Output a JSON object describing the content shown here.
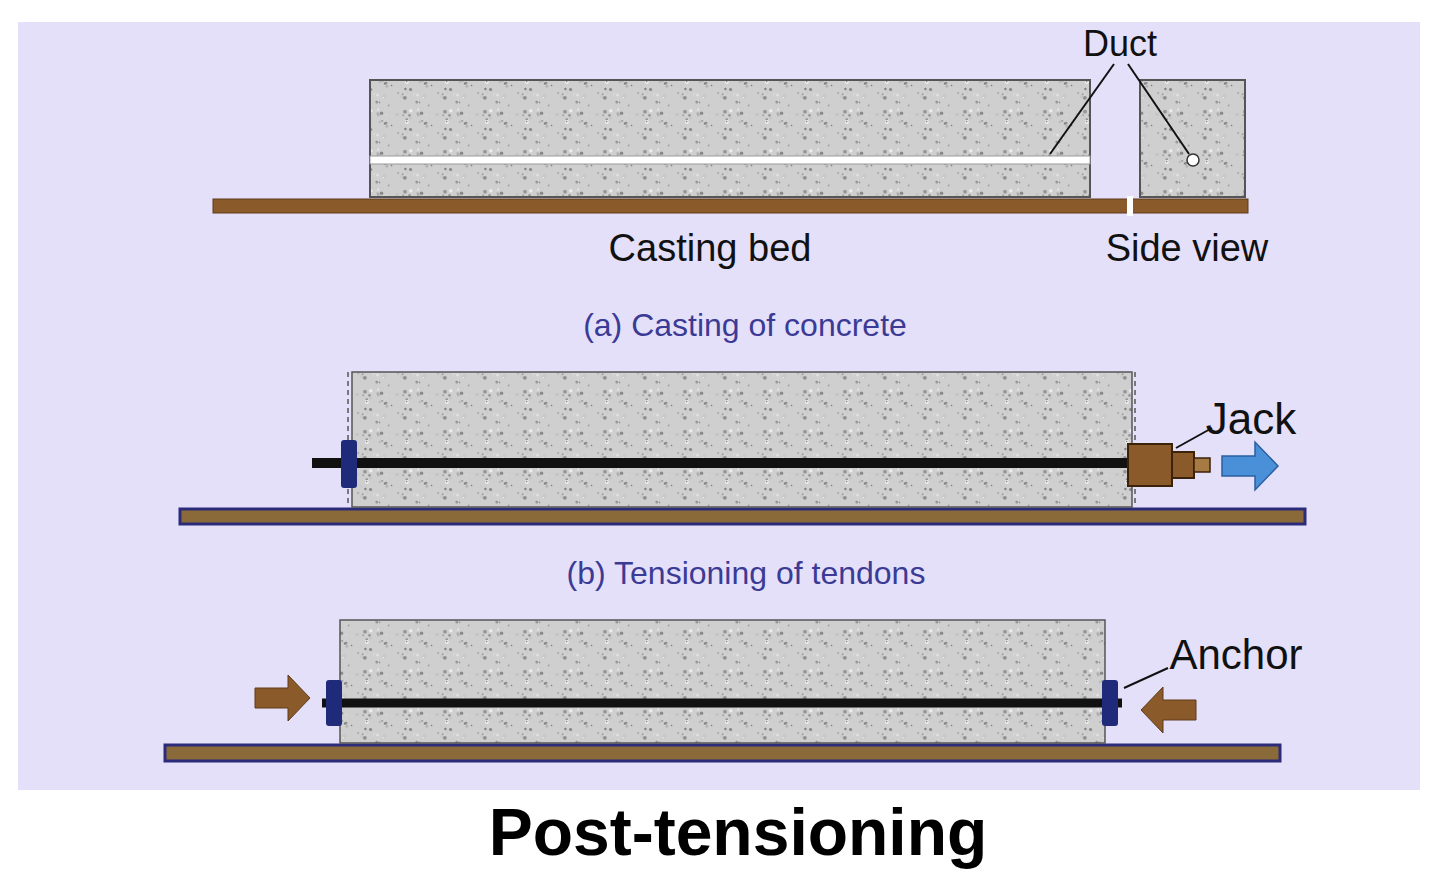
{
  "diagram": {
    "caption": "Post-tensioning",
    "labels": [
      "Duct",
      "Casting bed",
      "Side view",
      "(a) Casting of concrete",
      "Jack",
      "(b) Tensioning of tendons",
      "Anchor"
    ]
  }
}
